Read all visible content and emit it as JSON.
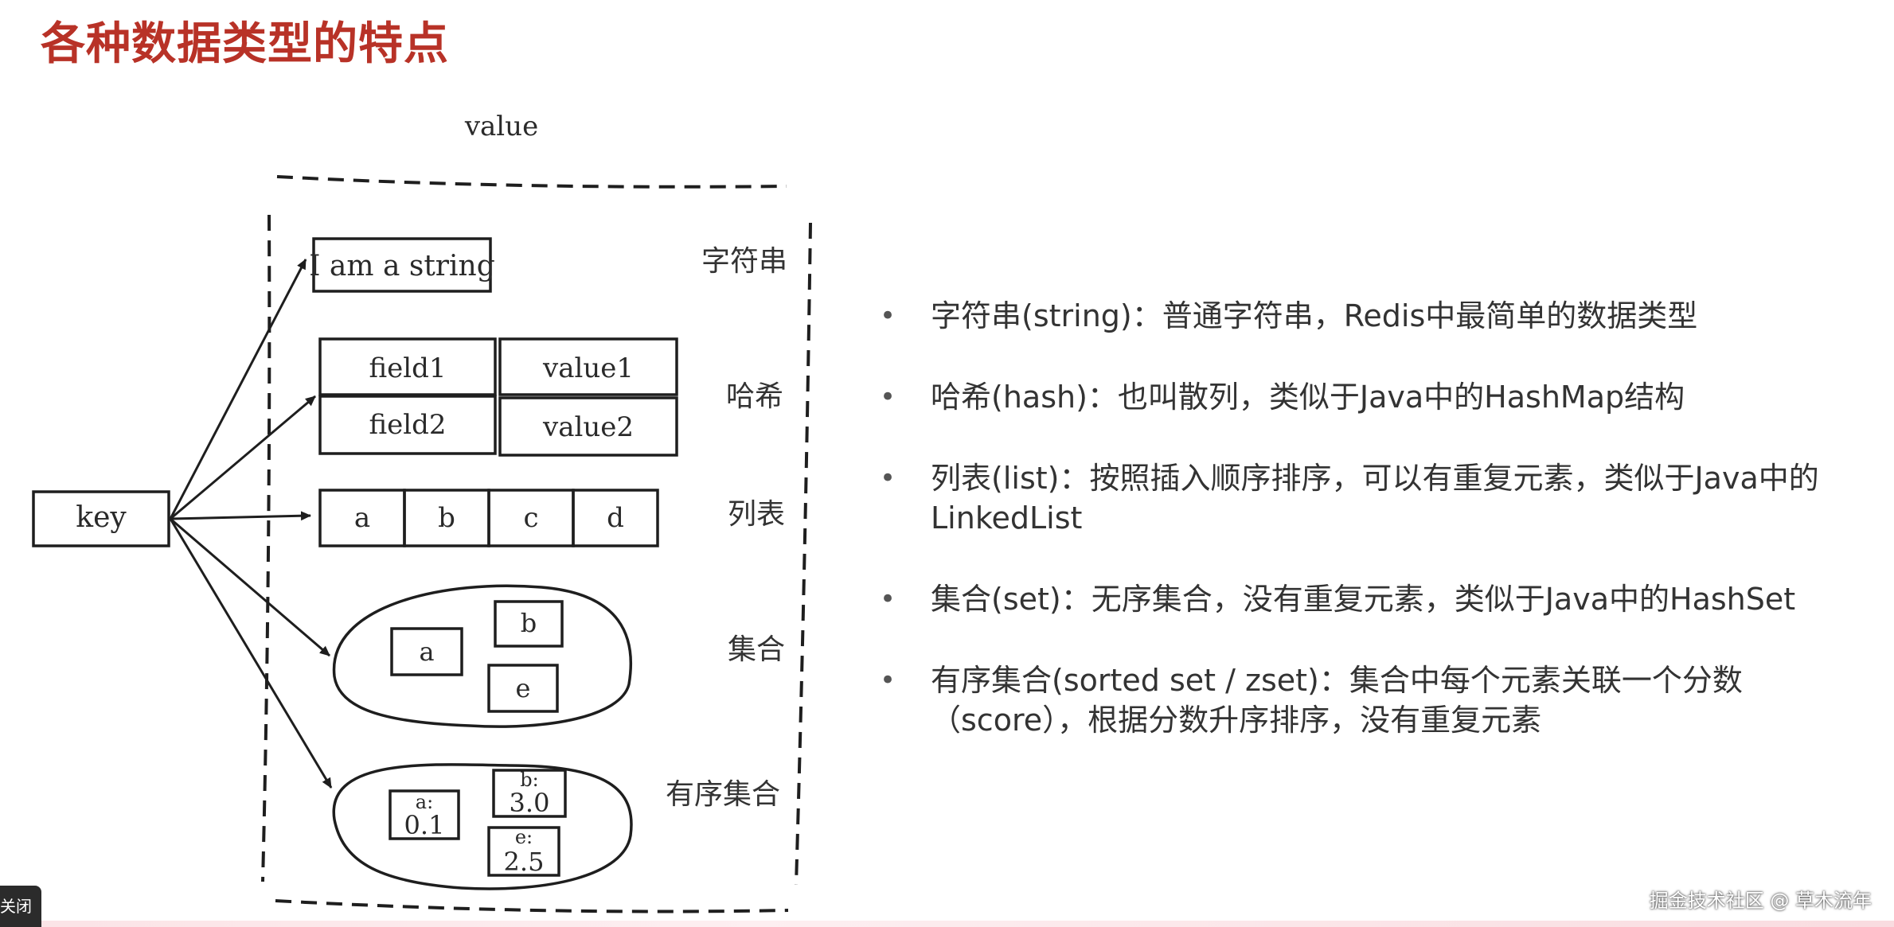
{
  "slide": {
    "title": "各种数据类型的特点"
  },
  "diagram": {
    "value_label": "value",
    "key_label": "key",
    "string": {
      "type_label": "字符串",
      "content": "I am a string"
    },
    "hash": {
      "type_label": "哈希",
      "rows": [
        {
          "field": "field1",
          "value": "value1"
        },
        {
          "field": "field2",
          "value": "value2"
        }
      ]
    },
    "list": {
      "type_label": "列表",
      "items": [
        "a",
        "b",
        "c",
        "d"
      ]
    },
    "set": {
      "type_label": "集合",
      "members": [
        "a",
        "b",
        "e"
      ]
    },
    "zset": {
      "type_label": "有序集合",
      "members": [
        {
          "name": "a:",
          "score": "0.1"
        },
        {
          "name": "b:",
          "score": "3.0"
        },
        {
          "name": "e:",
          "score": "2.5"
        }
      ]
    }
  },
  "bullets": [
    {
      "text": "字符串(string)：普通字符串，Redis中最简单的数据类型"
    },
    {
      "text": "哈希(hash)：也叫散列，类似于Java中的HashMap结构"
    },
    {
      "text": "列表(list)：按照插入顺序排序，可以有重复元素，类似于Java中的LinkedList"
    },
    {
      "text": "集合(set)：无序集合，没有重复元素，类似于Java中的HashSet"
    },
    {
      "text": "有序集合(sorted set / zset)：集合中每个元素关联一个分数（score），根据分数升序排序，没有重复元素"
    }
  ],
  "watermark": "掘金技术社区 @ 草木流年",
  "close_tab": {
    "label": "关闭"
  },
  "colors": {
    "title": "#b83227",
    "ink": "#2a2a2a",
    "text": "#333333"
  }
}
